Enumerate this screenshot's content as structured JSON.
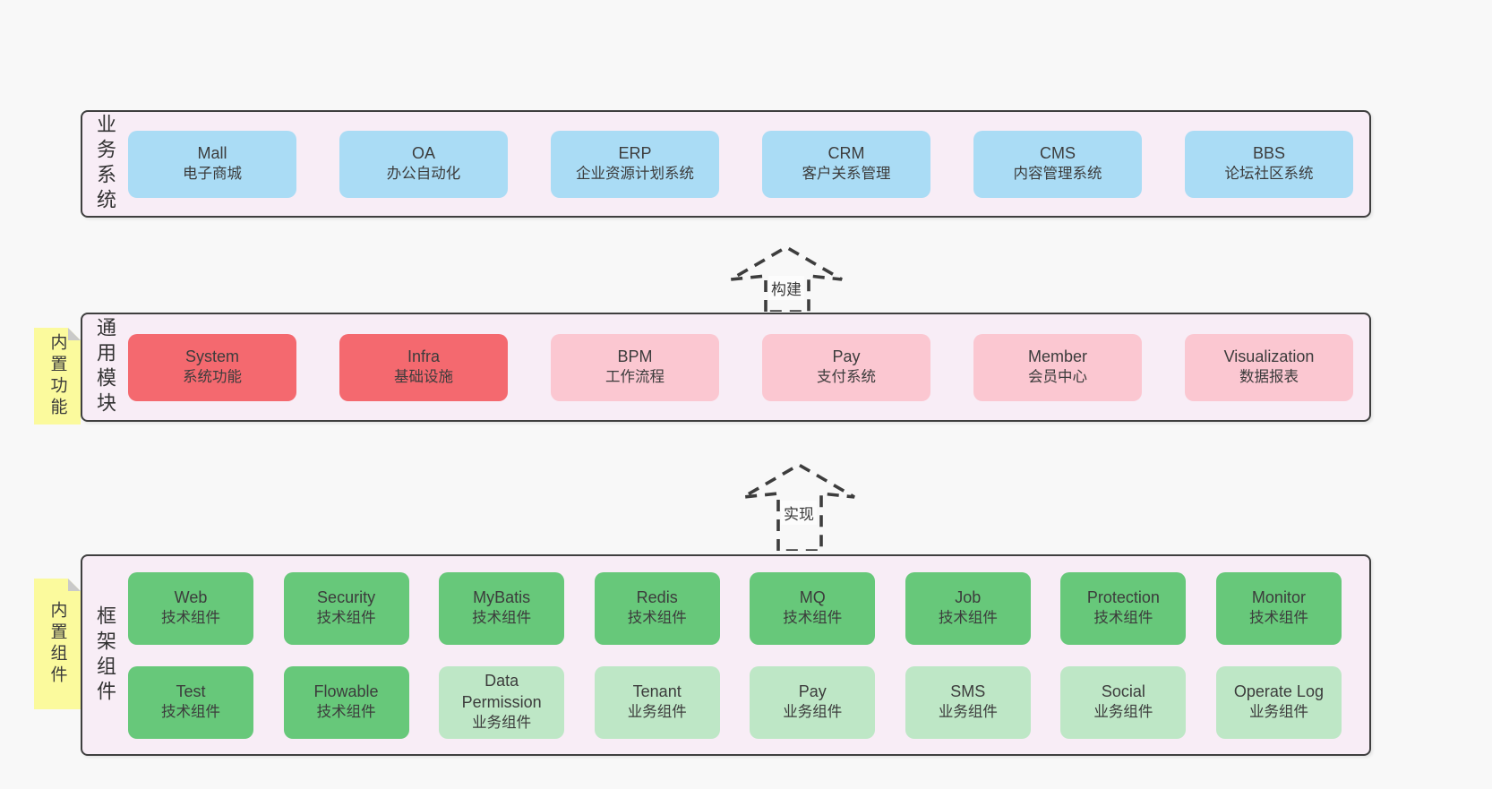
{
  "palette": {
    "page_bg": "#f8f8f8",
    "band_bg": "#f8edf6",
    "band_border": "#3f3f3f",
    "blue_box": "#aadcf5",
    "red_box": "#f4696f",
    "pink_box": "#fbc7d1",
    "green_box": "#67c87a",
    "green_light_box": "#bee7c6",
    "note_yellow": "#fbfa9d",
    "fold_gray": "#c9c9c9",
    "text": "#3c3c3c"
  },
  "arrows": [
    {
      "label": "构建"
    },
    {
      "label": "实现"
    }
  ],
  "bands": [
    {
      "label": "业务系统",
      "boxes": [
        {
          "title": "Mall",
          "subtitle": "电子商城",
          "variant": "blue"
        },
        {
          "title": "OA",
          "subtitle": "办公自动化",
          "variant": "blue"
        },
        {
          "title": "ERP",
          "subtitle": "企业资源计划系统",
          "variant": "blue"
        },
        {
          "title": "CRM",
          "subtitle": "客户关系管理",
          "variant": "blue"
        },
        {
          "title": "CMS",
          "subtitle": "内容管理系统",
          "variant": "blue"
        },
        {
          "title": "BBS",
          "subtitle": "论坛社区系统",
          "variant": "blue"
        }
      ]
    },
    {
      "label": "通用模块",
      "note": "内置功能",
      "boxes": [
        {
          "title": "System",
          "subtitle": "系统功能",
          "variant": "red"
        },
        {
          "title": "Infra",
          "subtitle": "基础设施",
          "variant": "red"
        },
        {
          "title": "BPM",
          "subtitle": "工作流程",
          "variant": "pink"
        },
        {
          "title": "Pay",
          "subtitle": "支付系统",
          "variant": "pink"
        },
        {
          "title": "Member",
          "subtitle": "会员中心",
          "variant": "pink"
        },
        {
          "title": "Visualization",
          "subtitle": "数据报表",
          "variant": "pink"
        }
      ]
    },
    {
      "label": "框架组件",
      "note": "内置组件",
      "rows": [
        [
          {
            "title": "Web",
            "subtitle": "技术组件",
            "variant": "green"
          },
          {
            "title": "Security",
            "subtitle": "技术组件",
            "variant": "green"
          },
          {
            "title": "MyBatis",
            "subtitle": "技术组件",
            "variant": "green"
          },
          {
            "title": "Redis",
            "subtitle": "技术组件",
            "variant": "green"
          },
          {
            "title": "MQ",
            "subtitle": "技术组件",
            "variant": "green"
          },
          {
            "title": "Job",
            "subtitle": "技术组件",
            "variant": "green"
          },
          {
            "title": "Protection",
            "subtitle": "技术组件",
            "variant": "green"
          },
          {
            "title": "Monitor",
            "subtitle": "技术组件",
            "variant": "green"
          }
        ],
        [
          {
            "title": "Test",
            "subtitle": "技术组件",
            "variant": "green"
          },
          {
            "title": "Flowable",
            "subtitle": "技术组件",
            "variant": "green"
          },
          {
            "title": "Data Permission",
            "subtitle": "业务组件",
            "variant": "green-light"
          },
          {
            "title": "Tenant",
            "subtitle": "业务组件",
            "variant": "green-light"
          },
          {
            "title": "Pay",
            "subtitle": "业务组件",
            "variant": "green-light"
          },
          {
            "title": "SMS",
            "subtitle": "业务组件",
            "variant": "green-light"
          },
          {
            "title": "Social",
            "subtitle": "业务组件",
            "variant": "green-light"
          },
          {
            "title": "Operate Log",
            "subtitle": "业务组件",
            "variant": "green-light"
          }
        ]
      ]
    }
  ]
}
